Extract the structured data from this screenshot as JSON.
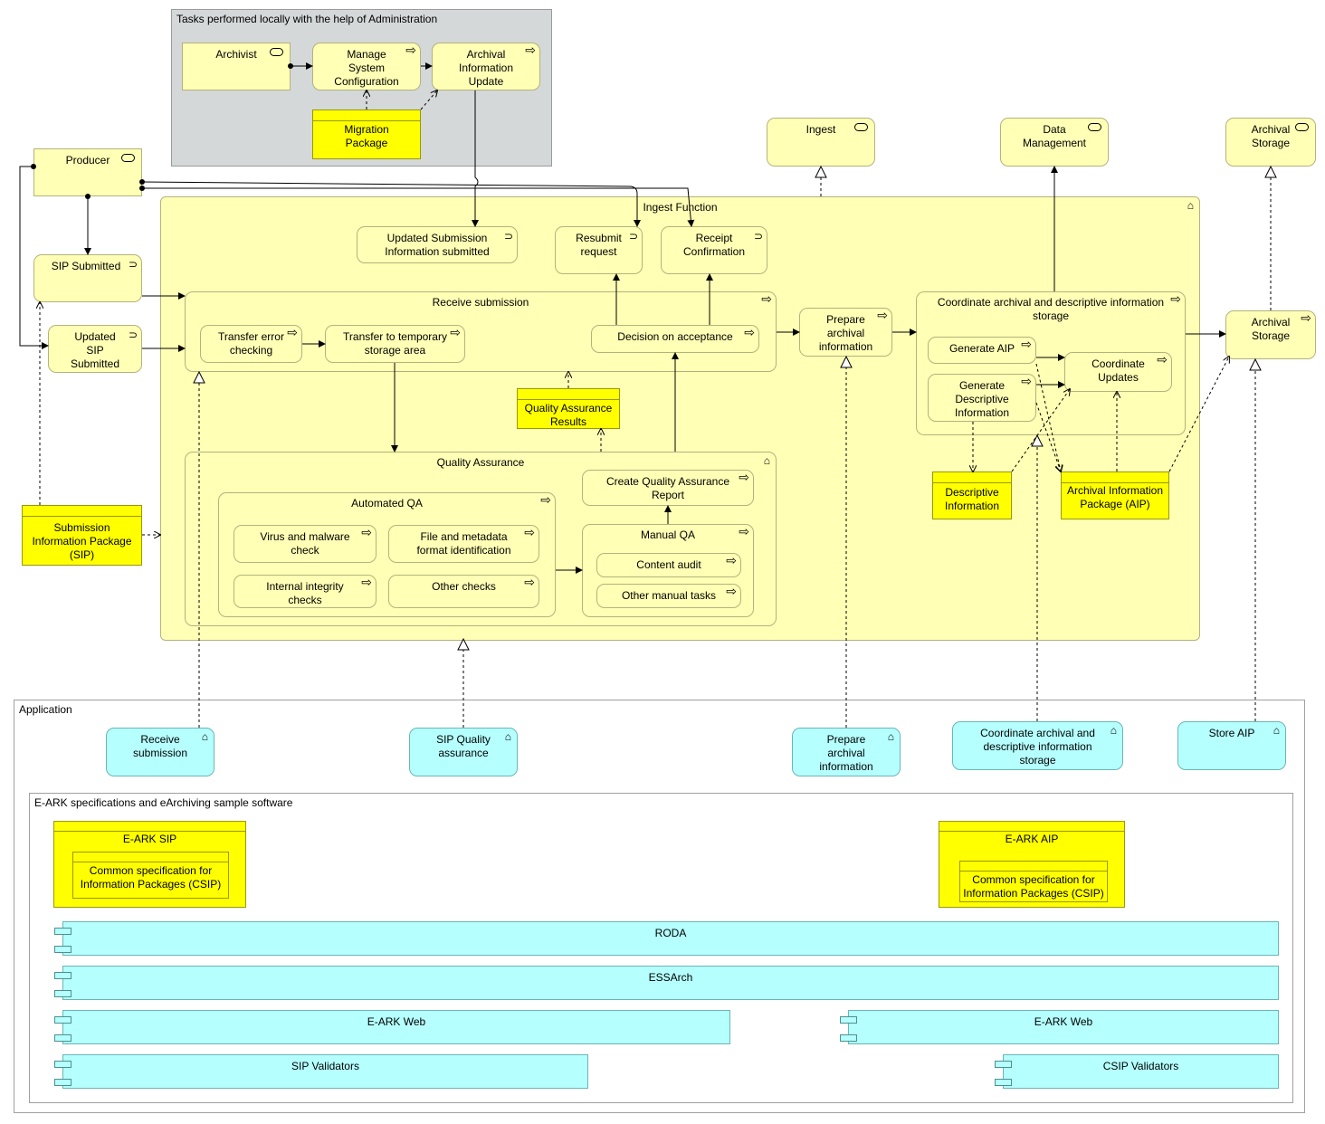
{
  "admin_group": {
    "title": "Tasks performed locally with the help of Administration",
    "archivist": "Archivist",
    "manage": "Manage System Configuration",
    "archival_update": "Archival Information Update",
    "migration": "Migration Package"
  },
  "producer": "Producer",
  "sip_submitted": "SIP Submitted",
  "updated_sip": "Updated SIP Submitted",
  "sip_package": "Submission Information Package (SIP)",
  "services_top": {
    "ingest": "Ingest",
    "data_mgmt": "Data Management",
    "archival_storage": "Archival Storage"
  },
  "ingest": {
    "title": "Ingest Function",
    "updated_submission": "Updated Submission Information submitted",
    "resubmit": "Resubmit request",
    "receipt": "Receipt Confirmation",
    "receive": "Receive submission",
    "transfer_error": "Transfer error checking",
    "transfer_temp": "Transfer to temporary storage area",
    "decision": "Decision on acceptance",
    "qa_results": "Quality Assurance Results",
    "qa": "Quality Assurance",
    "automated_qa": "Automated QA",
    "virus": "Virus and malware check",
    "file_meta": "File and metadata format identification",
    "integrity": "Internal integrity checks",
    "other_checks": "Other checks",
    "create_report": "Create Quality Assurance Report",
    "manual_qa": "Manual QA",
    "content_audit": "Content audit",
    "other_manual": "Other manual tasks",
    "prepare": "Prepare archival information",
    "coordinate": "Coordinate archival and descriptive information storage",
    "generate_aip": "Generate AIP",
    "generate_desc": "Generate Descriptive Information",
    "coord_updates": "Coordinate Updates",
    "desc_info": "Descriptive Information",
    "aip": "Archival Information Package (AIP)"
  },
  "archival_storage_fn": "Archival Storage",
  "application": {
    "title": "Application",
    "receive": "Receive submission",
    "sip_qa": "SIP Quality assurance",
    "prepare": "Prepare archival information",
    "coordinate": "Coordinate archival and descriptive information storage",
    "store": "Store AIP"
  },
  "eark": {
    "title": "E-ARK specifications and eArchiving sample software",
    "sip": "E-ARK SIP",
    "sip_csip": "Common specification for Information Packages (CSIP)",
    "aip": "E-ARK AIP",
    "aip_csip": "Common specification for Information Packages (CSIP)",
    "roda": "RODA",
    "essarch": "ESSArch",
    "web1": "E-ARK Web",
    "web2": "E-ARK Web",
    "sip_validators": "SIP Validators",
    "csip_validators": "CSIP Validators"
  },
  "colors": {
    "business": "#ffffb5",
    "object": "#ffff00",
    "application": "#b5ffff",
    "admin_group": "#d4d8d8"
  },
  "icons": {
    "role": "role-icon",
    "process": "process-arrow-icon",
    "event": "event-icon",
    "service": "service-icon",
    "function": "function-chevron-icon",
    "component": "component-icon"
  }
}
